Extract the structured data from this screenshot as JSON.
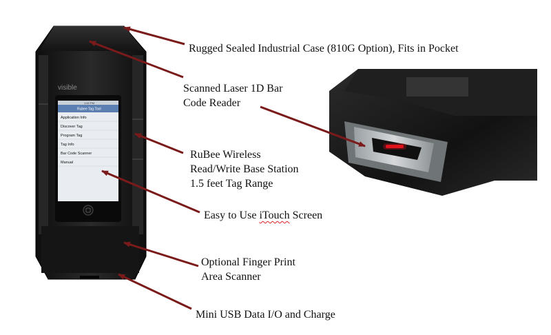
{
  "device": {
    "brand_label": "visible",
    "screen": {
      "status_time": "1:52 PM",
      "title": "Rubee Tag Tool",
      "menu_items": [
        "Application Info",
        "Discover Tag",
        "Program Tag",
        "Tag Info",
        "Bar Code Scanner",
        "Manual"
      ]
    }
  },
  "callouts": [
    {
      "id": "case",
      "lines": [
        "Rugged Sealed Industrial Case (810G Option), Fits in Pocket"
      ]
    },
    {
      "id": "scanner",
      "lines": [
        "Scanned Laser 1D Bar",
        "Code Reader"
      ]
    },
    {
      "id": "wireless",
      "lines": [
        "RuBee Wireless",
        "Read/Write Base Station",
        "1.5 feet Tag Range"
      ]
    },
    {
      "id": "touchscreen",
      "pre": "Easy to Use ",
      "emph": "iTouch",
      "post": " Screen"
    },
    {
      "id": "fingerprint",
      "lines": [
        "Optional Finger Print",
        "Area Scanner"
      ]
    },
    {
      "id": "usb",
      "lines": [
        "Mini USB Data I/O and Charge"
      ]
    }
  ],
  "colors": {
    "arrow": "#7a1a1a",
    "device_body": "#1b1b1b",
    "screen_header": "#5b7fb0",
    "laser": "#e0141e"
  }
}
